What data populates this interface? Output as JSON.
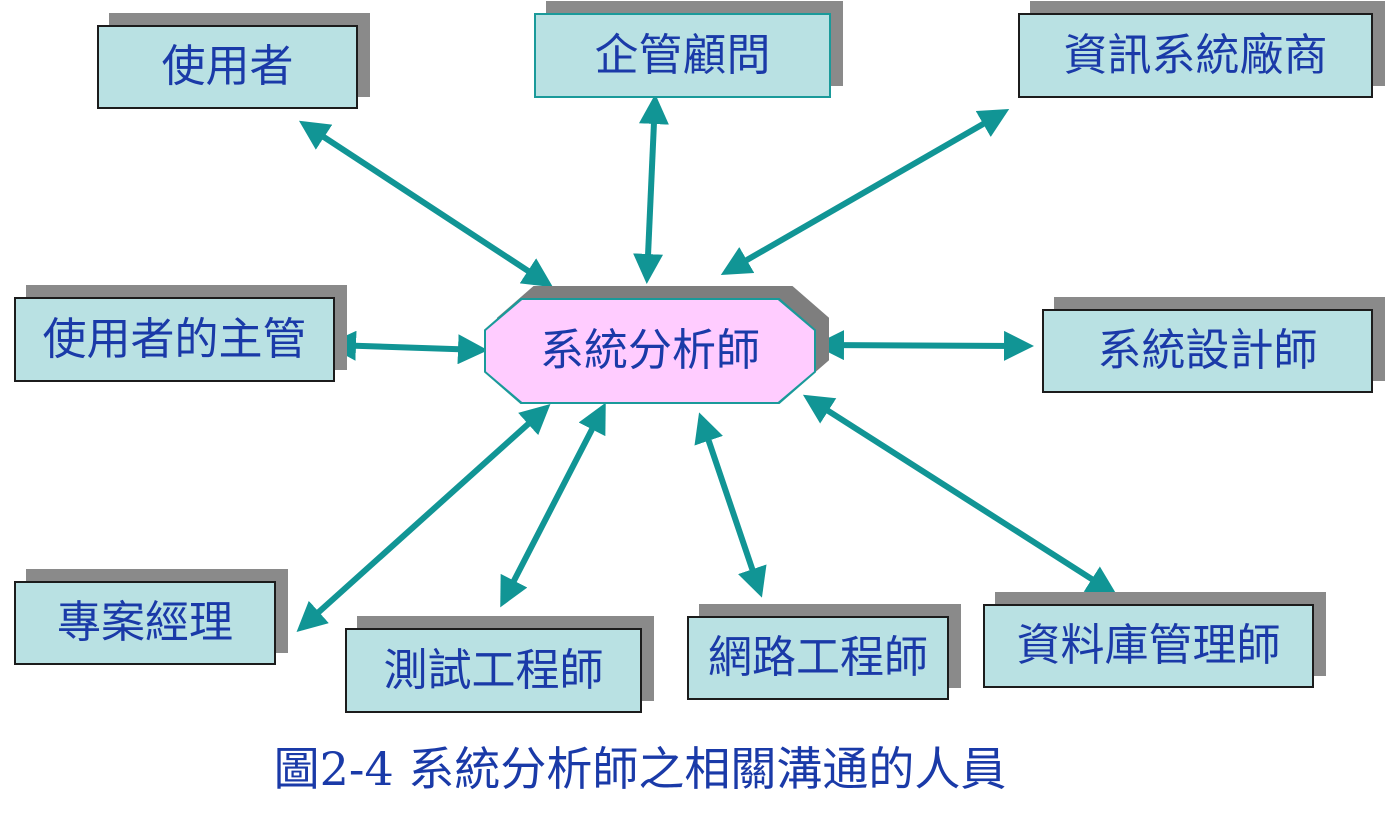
{
  "diagram": {
    "center": {
      "label": "系統分析師"
    },
    "nodes": {
      "user": "使用者",
      "consultant": "企管顧問",
      "vendor": "資訊系統廠商",
      "user_manager": "使用者的主管",
      "designer": "系統設計師",
      "project_manager": "專案經理",
      "test_engineer": "測試工程師",
      "network_engineer": "網路工程師",
      "dba": "資料庫管理師"
    },
    "caption": "圖2-4  系統分析師之相關溝通的人員"
  },
  "colors": {
    "box_fill": "#b9e1e3",
    "box_border": "#1c1c1c",
    "shadow": "#8a8a8a",
    "arrow": "#119595",
    "text": "#1a3aa8",
    "center_fill": "#ffccff",
    "center_border": "#1a9a9a"
  }
}
